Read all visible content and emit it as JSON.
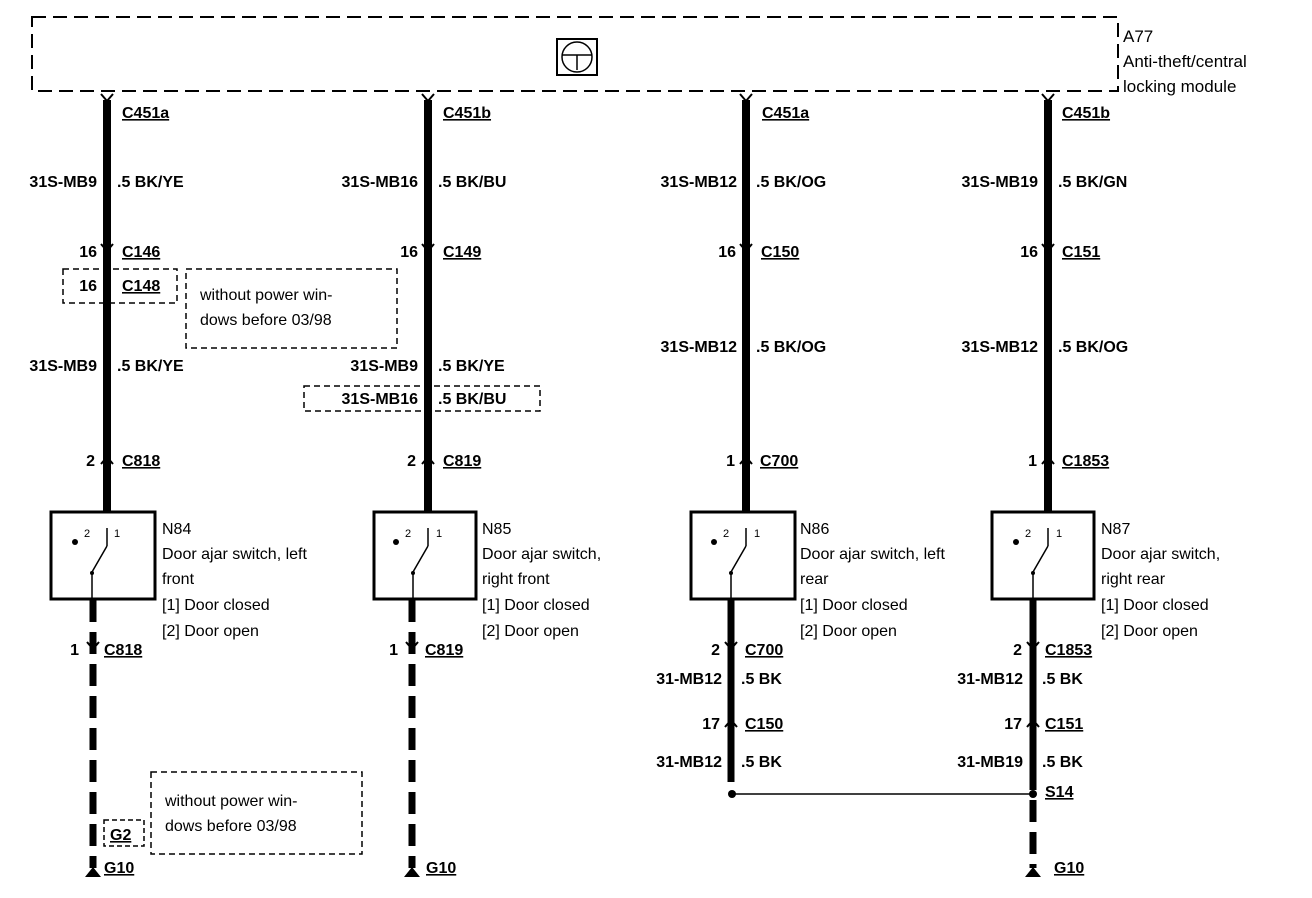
{
  "module": {
    "code": "A77",
    "name_line1": "Anti-theft/central",
    "name_line2": "locking module"
  },
  "notes": {
    "without_pw_line1": "without power win-",
    "without_pw_line2": "dows before 03/98"
  },
  "circuits": [
    {
      "top_connector": "C451a",
      "wire1": {
        "id": "31S-MB9",
        "spec": ".5 BK/YE"
      },
      "pin_a": "16",
      "conn_a": "C146",
      "alt_pin": "16",
      "alt_conn": "C148",
      "wire2": {
        "id": "31S-MB9",
        "spec": ".5 BK/YE"
      },
      "pin_b": "2",
      "conn_b": "C818",
      "switch": {
        "code": "N84",
        "name_line1": "Door ajar switch, left",
        "name_line2": "front",
        "state1": "[1] Door closed",
        "state2": "[2] Door open",
        "pin2_label": "2",
        "pin1_label": "1"
      },
      "pin_c": "1",
      "conn_c": "C818",
      "ground_alt": "G2",
      "ground": "G10"
    },
    {
      "top_connector": "C451b",
      "wire1": {
        "id": "31S-MB16",
        "spec": ".5 BK/BU"
      },
      "pin_a": "16",
      "conn_a": "C149",
      "wire2": {
        "id": "31S-MB9",
        "spec": ".5 BK/YE"
      },
      "wire2_alt": {
        "id": "31S-MB16",
        "spec": ".5 BK/BU"
      },
      "pin_b": "2",
      "conn_b": "C819",
      "switch": {
        "code": "N85",
        "name_line1": "Door ajar switch,",
        "name_line2": "right front",
        "state1": "[1] Door closed",
        "state2": "[2] Door open",
        "pin2_label": "2",
        "pin1_label": "1"
      },
      "pin_c": "1",
      "conn_c": "C819",
      "ground": "G10"
    },
    {
      "top_connector": "C451a",
      "wire1": {
        "id": "31S-MB12",
        "spec": ".5 BK/OG"
      },
      "pin_a": "16",
      "conn_a": "C150",
      "wire2": {
        "id": "31S-MB12",
        "spec": ".5 BK/OG"
      },
      "pin_b": "1",
      "conn_b": "C700",
      "switch": {
        "code": "N86",
        "name_line1": "Door ajar switch, left",
        "name_line2": "rear",
        "state1": "[1] Door closed",
        "state2": "[2] Door open",
        "pin2_label": "2",
        "pin1_label": "1"
      },
      "pin_c": "2",
      "conn_c": "C700",
      "wire3": {
        "id": "31-MB12",
        "spec": ".5 BK"
      },
      "pin_d": "17",
      "conn_d": "C150",
      "wire4": {
        "id": "31-MB12",
        "spec": ".5 BK"
      }
    },
    {
      "top_connector": "C451b",
      "wire1": {
        "id": "31S-MB19",
        "spec": ".5 BK/GN"
      },
      "pin_a": "16",
      "conn_a": "C151",
      "wire2": {
        "id": "31S-MB12",
        "spec": ".5 BK/OG"
      },
      "pin_b": "1",
      "conn_b": "C1853",
      "switch": {
        "code": "N87",
        "name_line1": "Door ajar switch,",
        "name_line2": "right rear",
        "state1": "[1] Door closed",
        "state2": "[2] Door open",
        "pin2_label": "2",
        "pin1_label": "1"
      },
      "pin_c": "2",
      "conn_c": "C1853",
      "wire3": {
        "id": "31-MB12",
        "spec": ".5 BK"
      },
      "pin_d": "17",
      "conn_d": "C151",
      "wire4": {
        "id": "31-MB19",
        "spec": ".5 BK"
      },
      "splice": "S14",
      "ground": "G10"
    }
  ]
}
